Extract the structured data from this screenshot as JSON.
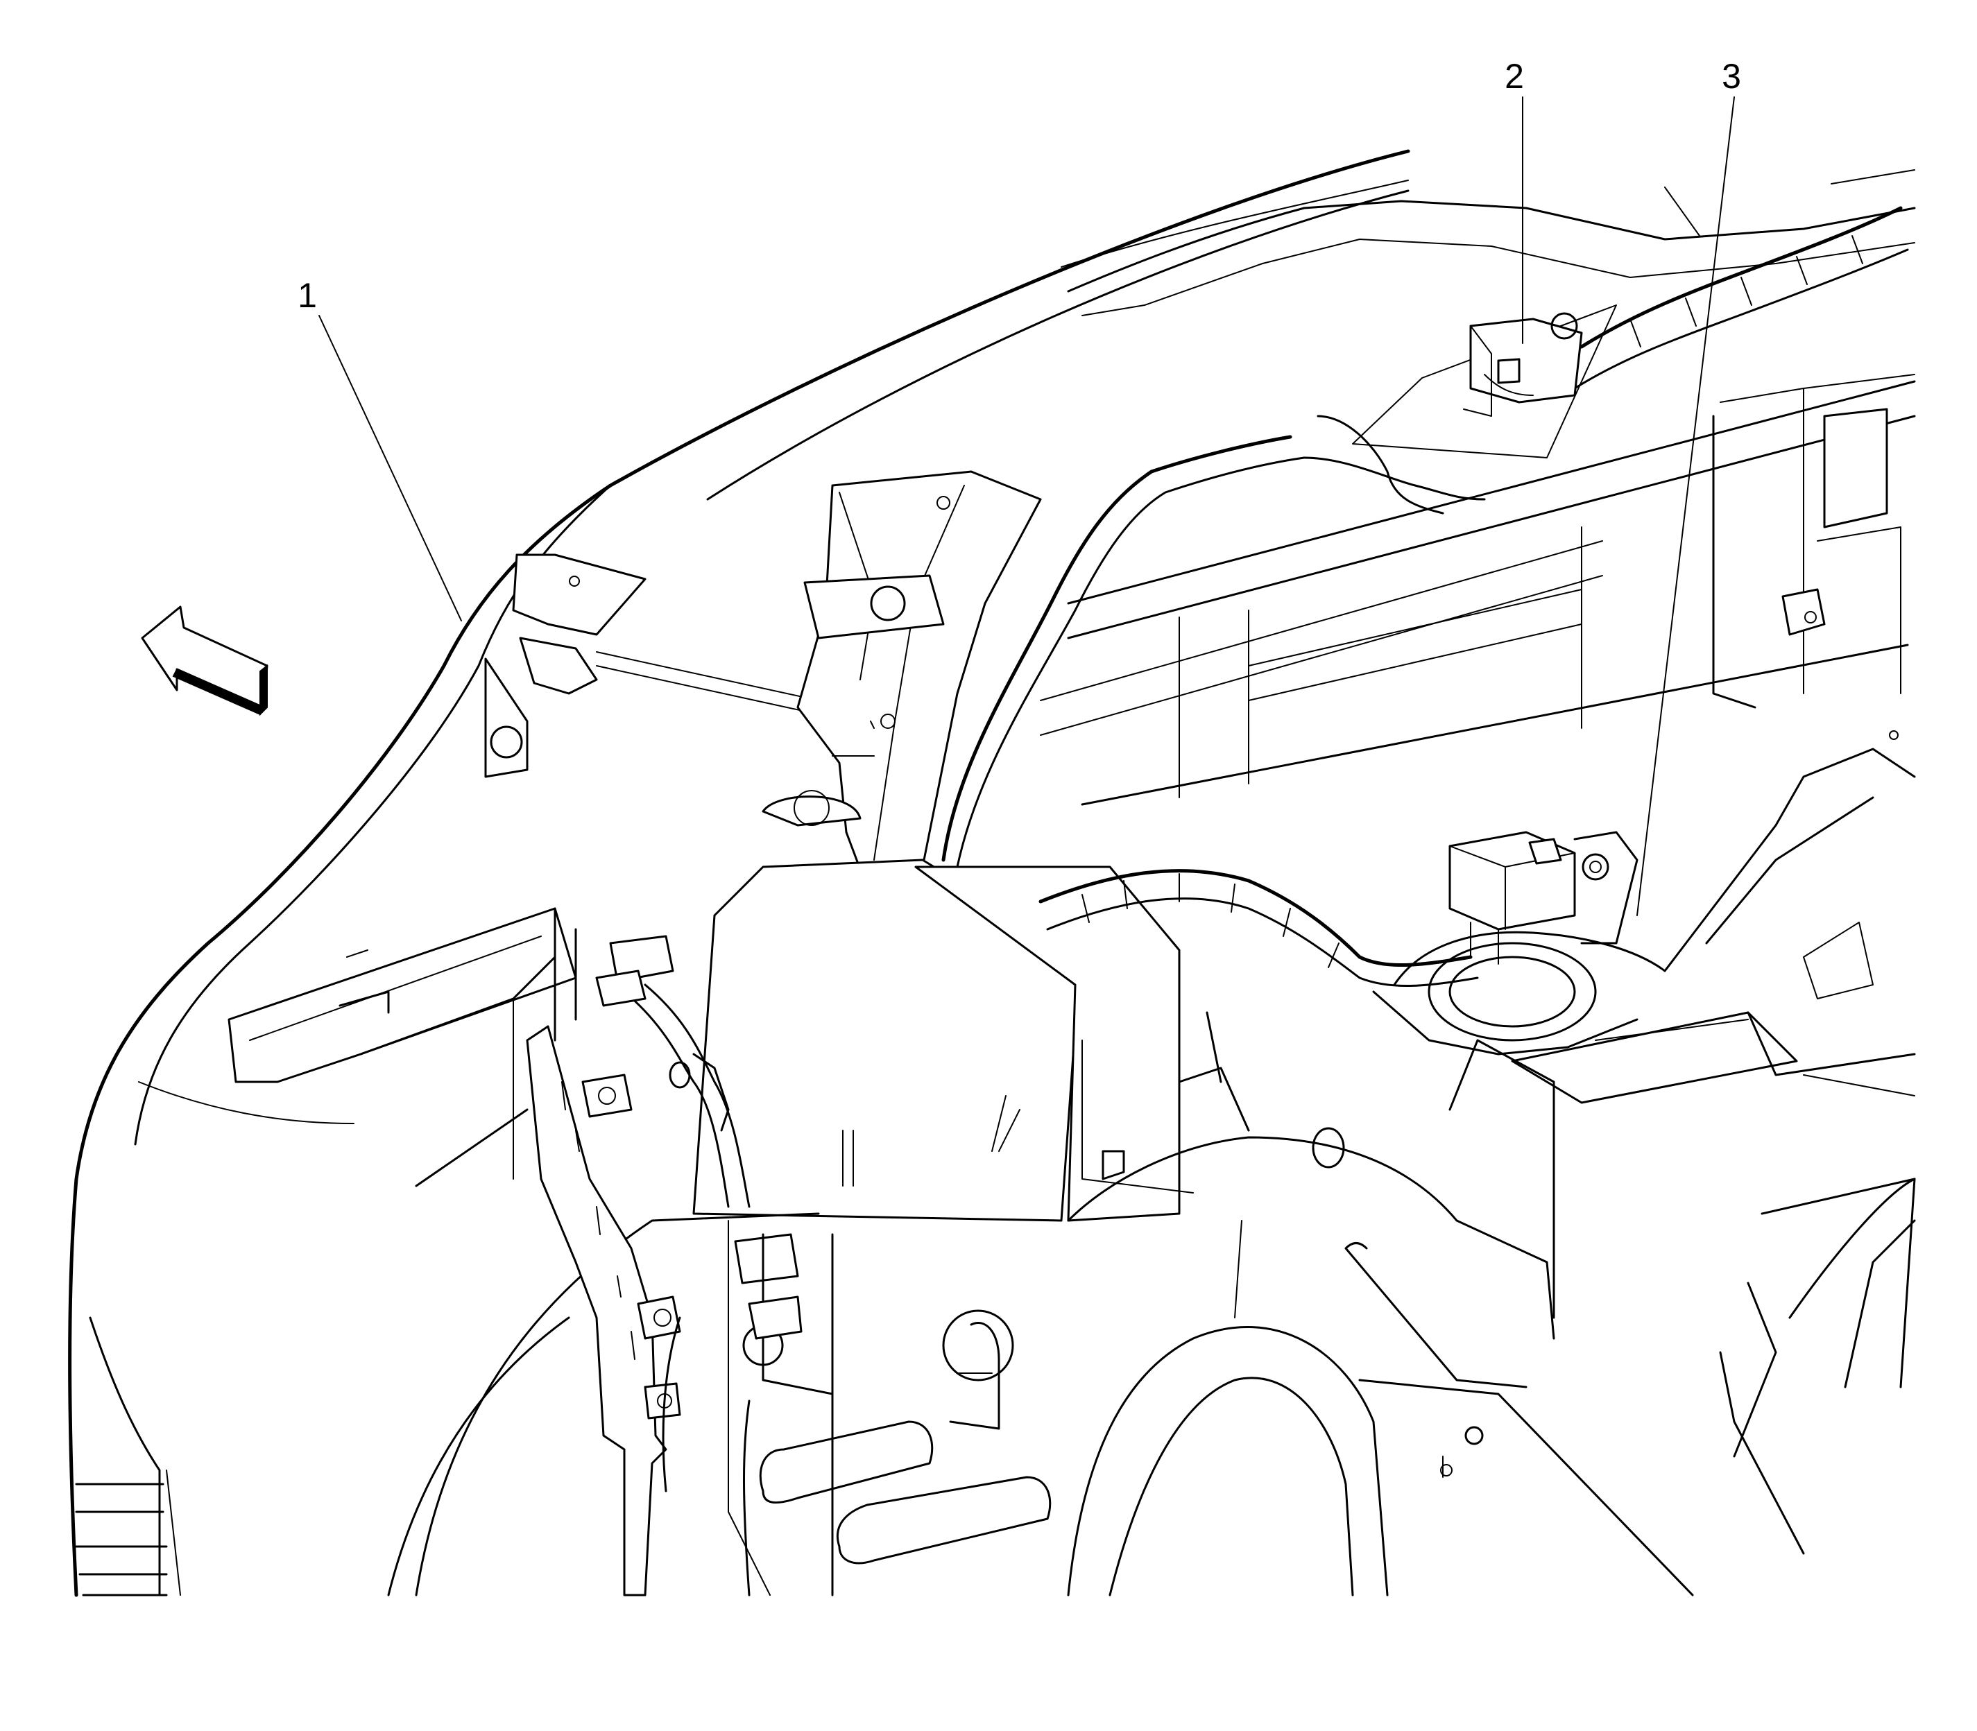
{
  "diagram": {
    "callouts": [
      {
        "id": "1",
        "label": "1"
      },
      {
        "id": "2",
        "label": "2"
      },
      {
        "id": "3",
        "label": "3"
      }
    ],
    "icons": [
      "direction-arrow-icon"
    ]
  }
}
